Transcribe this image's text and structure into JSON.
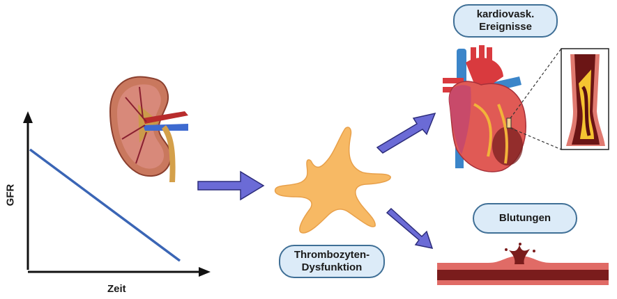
{
  "title": "Kidney function decline leads to platelet dysfunction, cardiovascular events and bleeding",
  "graph": {
    "y_axis_label": "GFR",
    "x_axis_label": "Zeit",
    "trend": "decreasing",
    "line_color": "#3a65b5"
  },
  "labels": {
    "platelet": "Thrombozyten-\nDysfunktion",
    "platelet_line1": "Thrombozyten-",
    "platelet_line2": "Dysfunktion",
    "cardio_line1": "kardiovask.",
    "cardio_line2": "Ereignisse",
    "bleeding": "Blutungen"
  },
  "colors": {
    "arrow_fill": "#6b6bd6",
    "arrow_stroke": "#2c2c7a",
    "pill_fill": "#dcebf8",
    "pill_stroke": "#3f6f96",
    "platelet": "#f7b964",
    "vessel_outer": "#d9645f",
    "vessel_inner": "#7a1c1c"
  },
  "illustrations": [
    "kidney-icon",
    "platelet-icon",
    "heart-icon",
    "artery-plaque-inset",
    "bleeding-vessel-icon"
  ]
}
